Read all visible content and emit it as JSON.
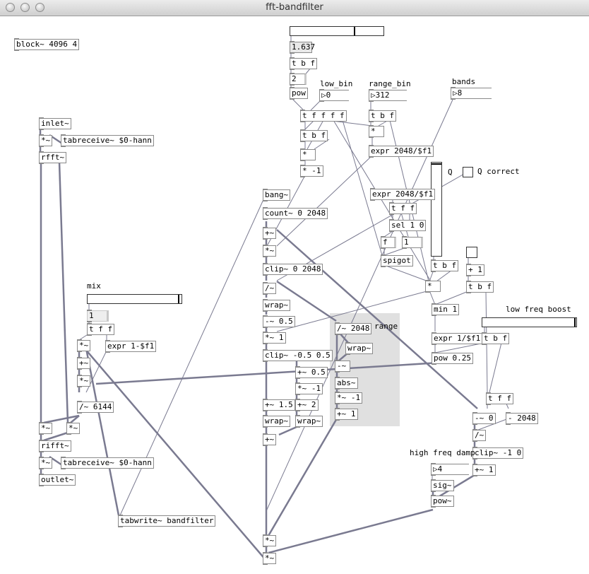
{
  "window": {
    "title": "fft-bandfilter"
  },
  "objects": {
    "block": "block~ 4096 4",
    "inlet": "inlet~",
    "mul_hann_in": "*~",
    "tabreceive_in": "tabreceive~ $0-hann",
    "rfft": "rfft~",
    "mul_a": "*~",
    "mul_b": "*~",
    "rifft": "rifft~",
    "mul_hann_out": "*~",
    "tabreceive_out": "tabreceive~ $0-hann",
    "outlet": "outlet~",
    "mix_one": "1",
    "mix_tff": "t f f",
    "mix_expr": "expr 1-$f1",
    "mix_mul1": "*~",
    "mix_plus": "+~",
    "mix_mul2": "*~",
    "div_6144": "/~ 6144",
    "tabwrite": "tabwrite~ bandfilter",
    "top_num": "1.637",
    "tbf_top": "t b f",
    "two": "2",
    "pow_top": "pow",
    "tffff": "t f f f f",
    "tbf_mid": "t b f",
    "mul_mid": "*",
    "mul_neg1": "* -1",
    "range_tbf": "t b f",
    "range_mul": "*",
    "expr_2048_a": "expr 2048/$f1",
    "bang": "bang~",
    "count": "count~ 0 2048",
    "plus_sig": "+~",
    "mul_sig": "*~",
    "clip_2048": "clip~ 0 2048",
    "div_sig": "/~",
    "wrap1": "wrap~",
    "minus_half": "-~ 0.5",
    "mul_one": "*~ 1",
    "clip_half": "clip~ -0.5 0.5",
    "plus_half": "+~ 0.5",
    "mul_neg1_sig": "*~ -1",
    "plus_15": "+~ 1.5",
    "plus_2": "+~ 2",
    "wrap2": "wrap~",
    "wrap3": "wrap~",
    "plus_final": "+~",
    "mul_final1": "*~",
    "mul_final2": "*~",
    "range_div": "/~ 2048",
    "range_wrap": "wrap~",
    "range_minus": "-~",
    "range_abs": "abs~",
    "range_mul_neg1": "*~ -1",
    "range_plus1": "+~ 1",
    "expr_2048_b": "expr 2048/$f1",
    "q_tff": "t f f",
    "sel": "sel 1 0",
    "f_box": "f",
    "one_msg": "1",
    "spigot": "spigot",
    "q_tbf": "t b f",
    "q_mul": "*",
    "plus_one": "+ 1",
    "tog_tbf": "t b f",
    "min_one": "min 1",
    "expr_lf": "expr 1/$f1",
    "lf_tbf": "t b f",
    "pow_025": "pow 0.25",
    "hf_tff": "t f f",
    "minus_0": "-~ 0",
    "minus_2048": "- 2048",
    "div_hf": "/~",
    "clip_neg1": "clip~ -1 0",
    "plus_1_hf": "+~ 1",
    "sig": "sig~",
    "pow_sig": "pow~"
  },
  "labels": {
    "low_bin": "low_bin",
    "range_bin": "range_bin",
    "bands": "bands",
    "q": "Q",
    "q_correct": "Q correct",
    "mix": "mix",
    "range": "range",
    "low_freq_boost": "low freq boost",
    "high_freq_damp": "high freq damp"
  },
  "numbers": {
    "low_bin": "0",
    "range_bin": "312",
    "bands": "8",
    "hf_damp": "4"
  },
  "sliders": {
    "top_h": 0.69,
    "mix_h": 0.98,
    "lf_boost_h": 0.99,
    "q_v": 0.99
  },
  "toggles": {
    "q_correct": false,
    "top_right": false
  }
}
